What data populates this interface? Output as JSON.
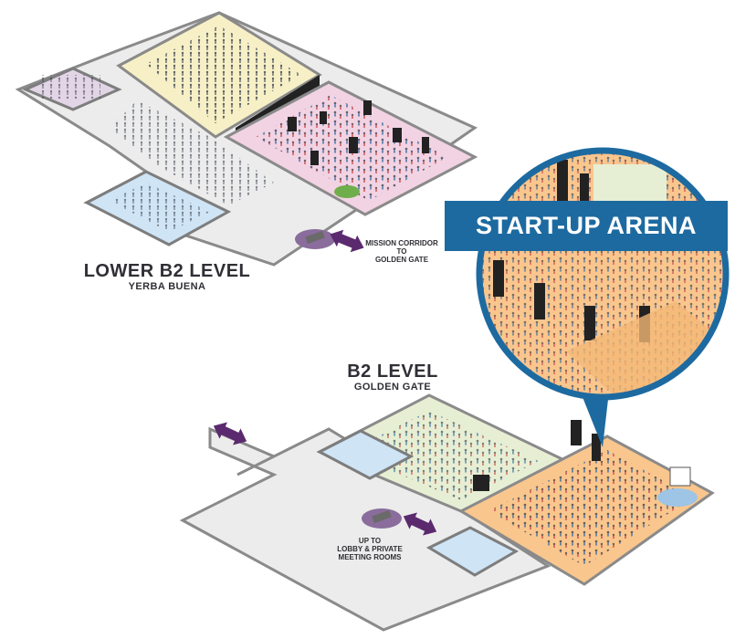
{
  "lower_level": {
    "title": "LOWER B2 LEVEL",
    "subtitle": "YERBA BUENA",
    "direction_label": "MISSION CORRIDOR\nTO\nGOLDEN GATE"
  },
  "b2_level": {
    "title": "B2 LEVEL",
    "subtitle": "GOLDEN GATE",
    "direction_label": "UP TO\nLOBBY & PRIVATE\nMEETING ROOMS"
  },
  "callout": {
    "title": "START-UP ARENA",
    "color": "#1d6aa0"
  },
  "zone_colors": {
    "general_session": "#f7f0c6",
    "expo": "#f1d3e3",
    "meeting_room": "#cfe4f5",
    "lounge": "#e2d5e6",
    "community": "#e6efd4",
    "startup_arena": "#f9c68e",
    "corridor": "#ececec",
    "arrow": "#5b2a6e"
  }
}
